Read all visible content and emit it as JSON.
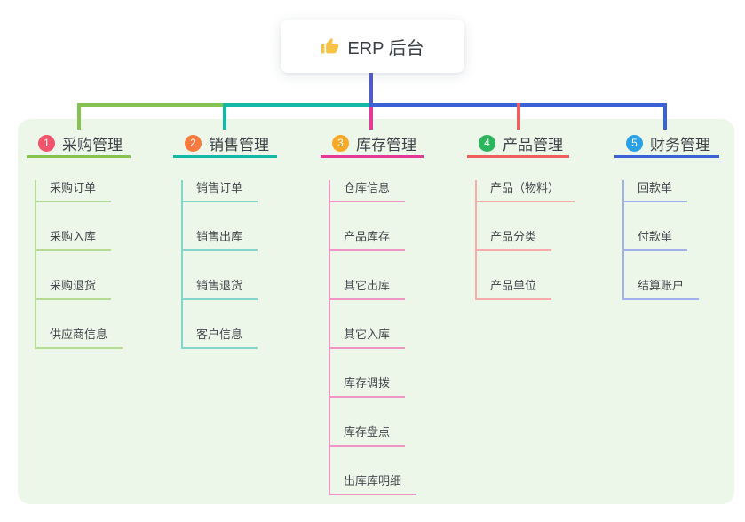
{
  "root": {
    "label": "ERP 后台",
    "icon": "thumbs-up-icon",
    "icon_color": "#f6c344",
    "connector_color": "#515bc8"
  },
  "panel": {
    "background": "#ecf7e9"
  },
  "branches": [
    {
      "index": "1",
      "label": "采购管理",
      "color": "#85c24f",
      "light_color": "#b5da93",
      "badge_color": "#f2556b",
      "items": [
        "采购订单",
        "采购入库",
        "采购退货",
        "供应商信息"
      ]
    },
    {
      "index": "2",
      "label": "销售管理",
      "color": "#14b8a6",
      "light_color": "#84d6cc",
      "badge_color": "#f77b3d",
      "items": [
        "销售订单",
        "销售出库",
        "销售退货",
        "客户信息"
      ]
    },
    {
      "index": "3",
      "label": "库存管理",
      "color": "#e23a96",
      "light_color": "#f096c7",
      "badge_color": "#f9a825",
      "items": [
        "仓库信息",
        "产品库存",
        "其它出库",
        "其它入库",
        "库存调拨",
        "库存盘点",
        "出库库明细"
      ]
    },
    {
      "index": "4",
      "label": "产品管理",
      "color": "#f15e5e",
      "light_color": "#f8abab",
      "badge_color": "#2db55d",
      "items": [
        "产品（物料）",
        "产品分类",
        "产品单位"
      ]
    },
    {
      "index": "5",
      "label": "财务管理",
      "color": "#3b61d6",
      "light_color": "#9fb0ea",
      "badge_color": "#2aa0e5",
      "items": [
        "回款单",
        "付款单",
        "结算账户"
      ]
    }
  ]
}
